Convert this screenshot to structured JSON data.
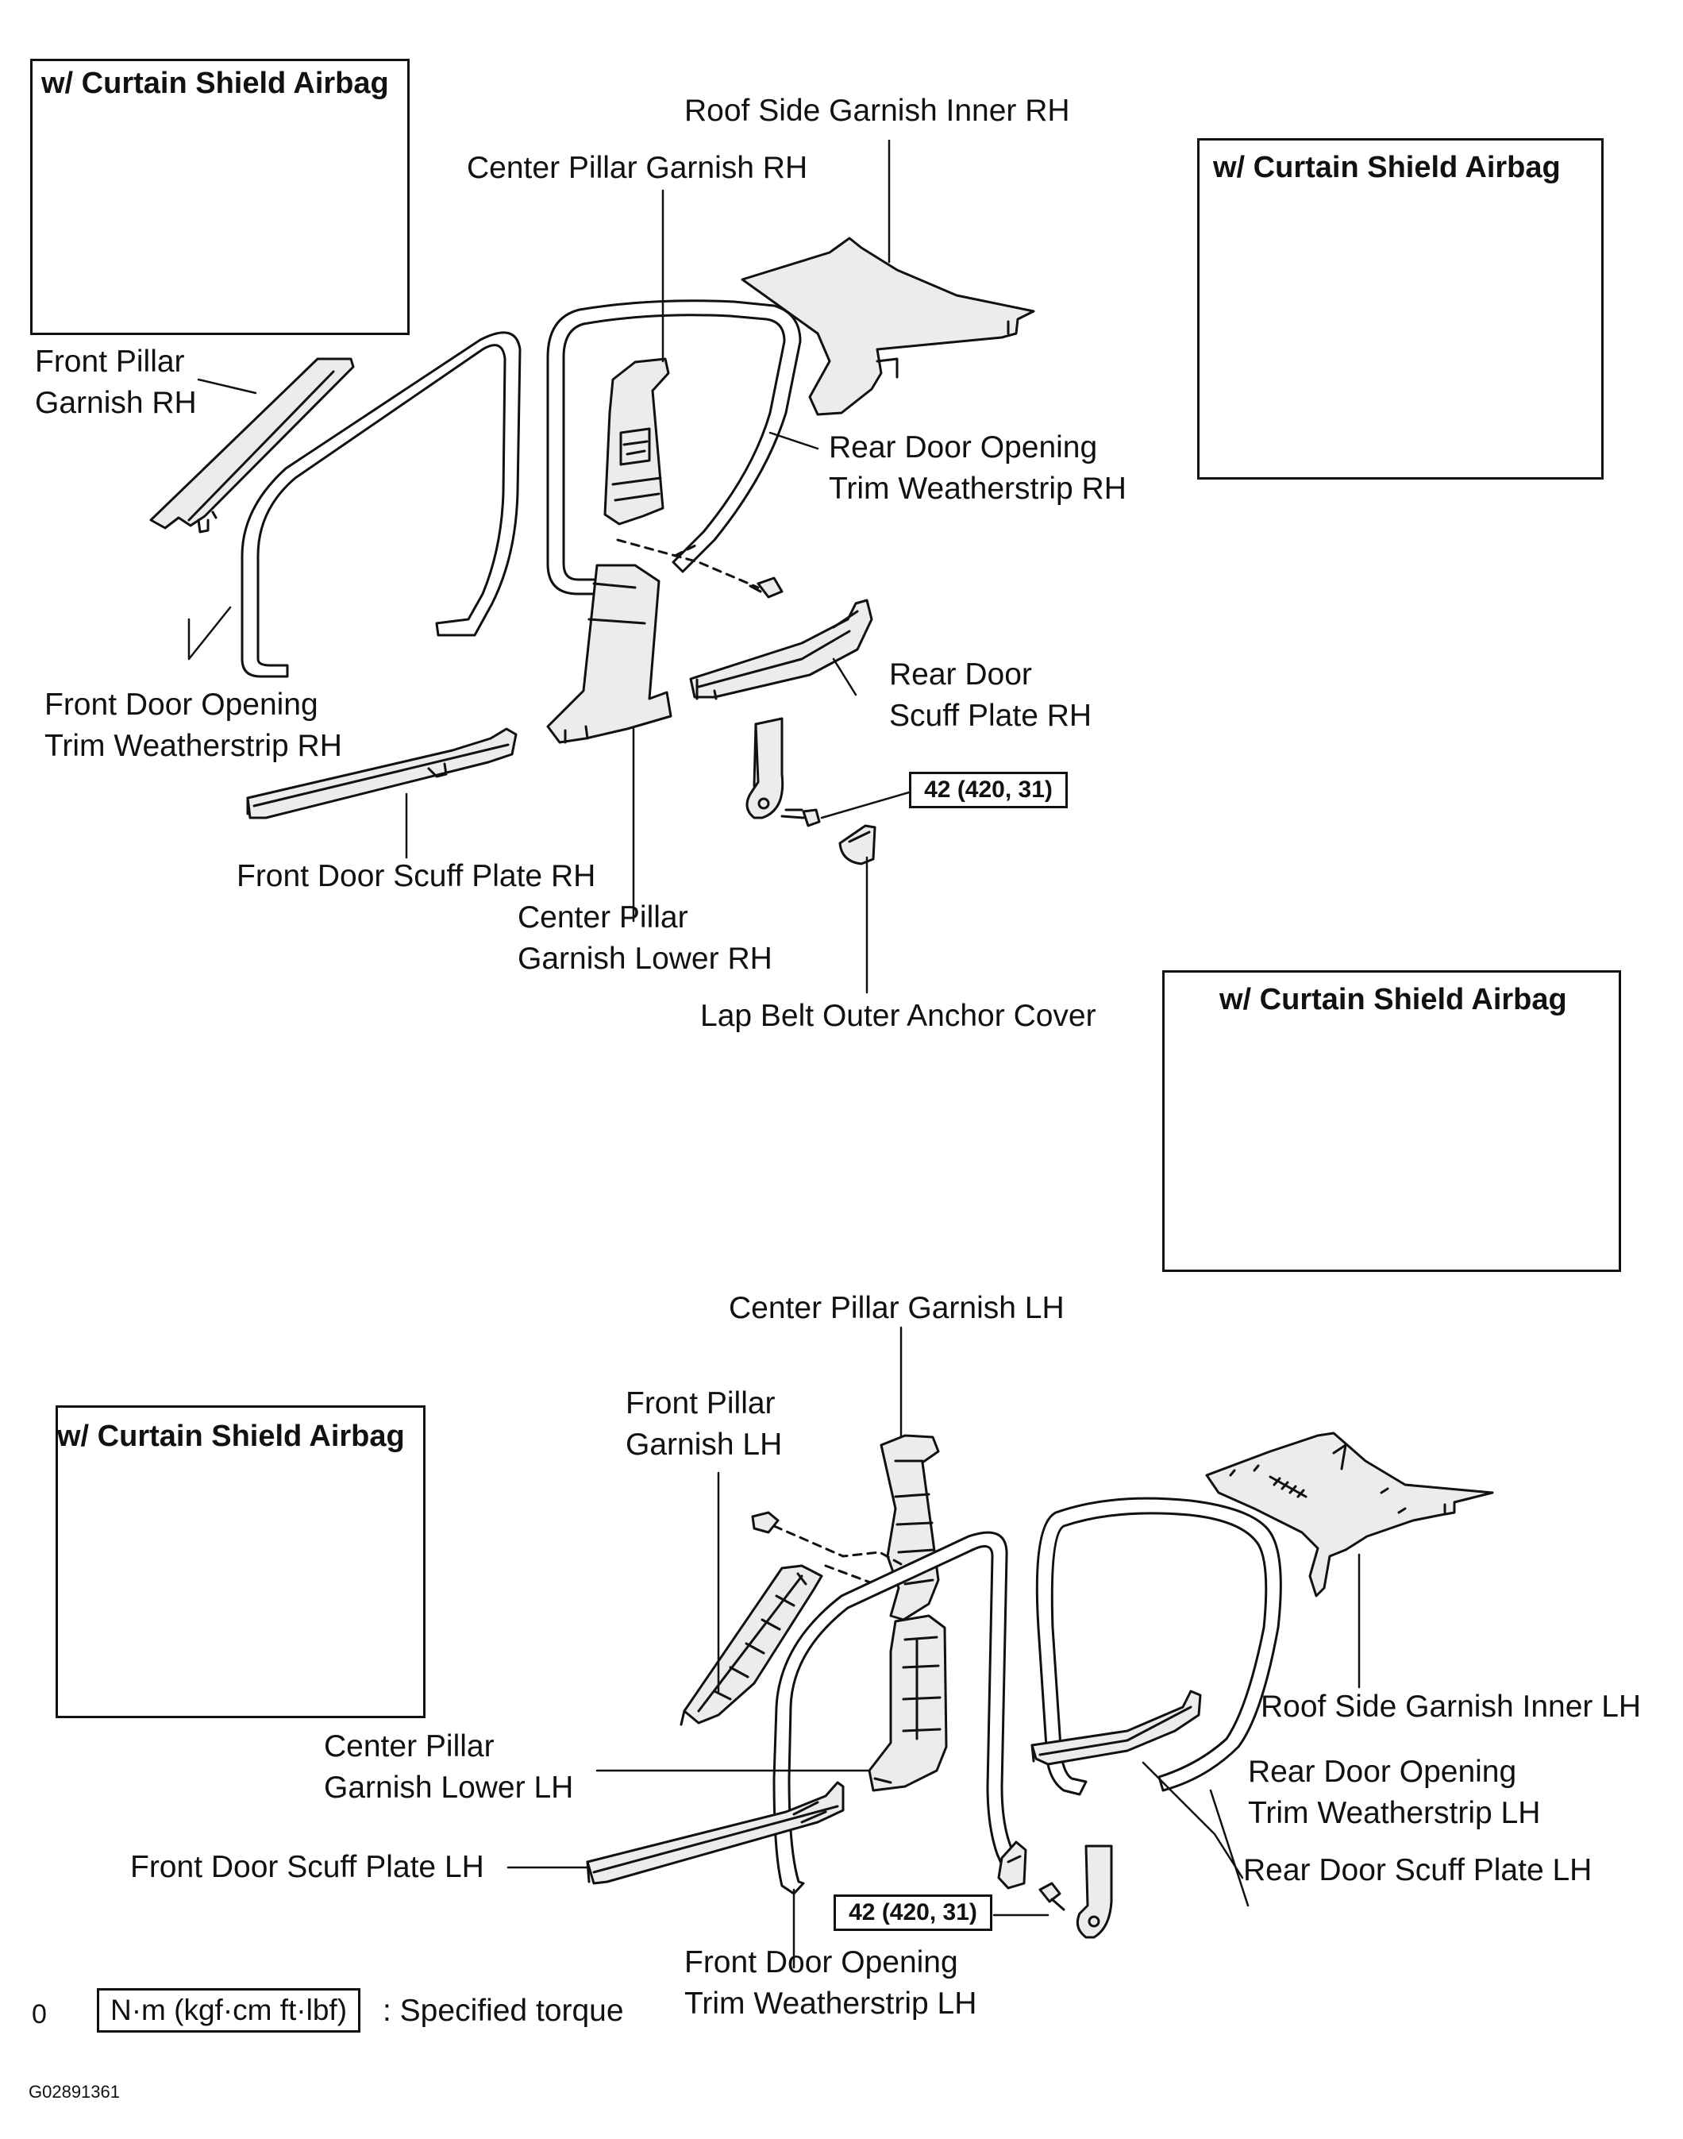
{
  "colors": {
    "line": "#111111",
    "part_fill": "#ececec",
    "background": "#ffffff"
  },
  "insets": [
    {
      "id": "inset-top-left",
      "title": "w/ Curtain Shield Airbag"
    },
    {
      "id": "inset-top-right",
      "title": "w/ Curtain Shield Airbag"
    },
    {
      "id": "inset-mid-right",
      "title": "w/ Curtain Shield Airbag"
    },
    {
      "id": "inset-bottom-left",
      "title": "w/ Curtain Shield Airbag"
    }
  ],
  "rh_labels": {
    "roof_side_garnish_inner": "Roof Side Garnish Inner RH",
    "center_pillar_garnish": "Center Pillar Garnish RH",
    "front_pillar_garnish_1": "Front Pillar",
    "front_pillar_garnish_2": "Garnish RH",
    "rear_door_opening_trim_1": "Rear Door Opening",
    "rear_door_opening_trim_2": "Trim Weatherstrip RH",
    "front_door_opening_trim_1": "Front Door Opening",
    "front_door_opening_trim_2": "Trim Weatherstrip RH",
    "rear_door_scuff_1": "Rear Door",
    "rear_door_scuff_2": "Scuff Plate RH",
    "front_door_scuff": "Front Door Scuff Plate RH",
    "center_pillar_lower_1": "Center Pillar",
    "center_pillar_lower_2": "Garnish Lower RH",
    "lap_belt_cover": "Lap Belt Outer Anchor Cover"
  },
  "lh_labels": {
    "center_pillar_garnish": "Center Pillar Garnish LH",
    "front_pillar_garnish_1": "Front Pillar",
    "front_pillar_garnish_2": "Garnish LH",
    "roof_side_garnish_inner": "Roof Side Garnish Inner LH",
    "center_pillar_lower_1": "Center Pillar",
    "center_pillar_lower_2": "Garnish Lower LH",
    "rear_door_opening_trim_1": "Rear Door Opening",
    "rear_door_opening_trim_2": "Trim Weatherstrip LH",
    "front_door_scuff": "Front Door Scuff Plate LH",
    "rear_door_scuff": "Rear Door Scuff Plate LH",
    "front_door_opening_trim_1": "Front Door Opening",
    "front_door_opening_trim_2": "Trim Weatherstrip LH"
  },
  "torque": {
    "rh_value": "42 (420, 31)",
    "lh_value": "42 (420, 31)"
  },
  "legend": {
    "marker": "0",
    "unit_box": "N·m (kgf·cm ft·lbf)",
    "text": ": Specified torque"
  },
  "figure_id": "G02891361"
}
